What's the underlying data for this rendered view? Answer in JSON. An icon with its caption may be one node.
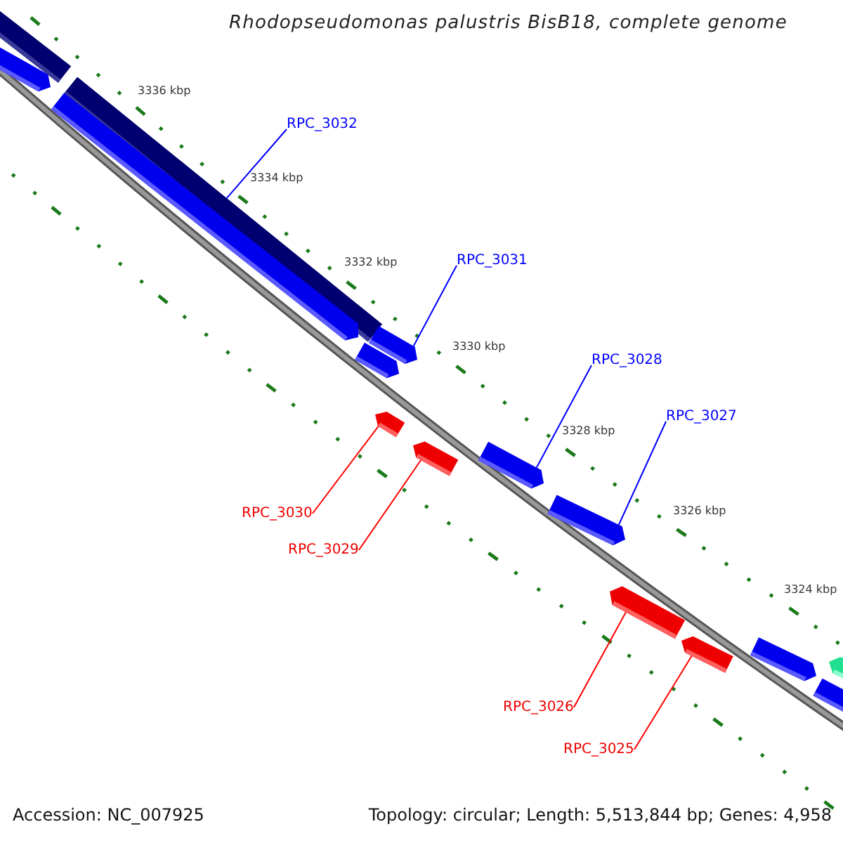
{
  "diagram": {
    "title": "Rhodopseudomonas palustris BisB18, complete genome",
    "nodes": [
      {
        "text": [],
        "shape": "bar"
      },
      {
        "text": [],
        "shape": "bar"
      },
      {
        "text": [],
        "shape": "bar"
      },
      {
        "text": [],
        "shape": "bar"
      },
      {
        "text": [],
        "shape": "bar"
      },
      {
        "text": [],
        "shape": "bar"
      },
      {
        "text": [],
        "shape": "bar"
      },
      {
        "text": [],
        "shape": "bar"
      },
      {
        "text": [],
        "shape": "bar"
      },
      {
        "text": [],
        "shape": "bar"
      },
      {
        "text": [],
        "shape": "bar"
      },
      {
        "text": [],
        "shape": "bar"
      },
      {
        "text": [],
        "shape": "bar"
      },
      {
        "text": [],
        "shape": "bar"
      },
      {
        "text": [],
        "shape": "bar"
      },
      {
        "text": [
          "RPC_3032"
        ]
      },
      {
        "text": [
          "RPC_3031"
        ]
      },
      {
        "text": [
          "RPC_3028"
        ]
      },
      {
        "text": [
          "RPC_3027"
        ]
      },
      {
        "text": [
          "RPC_3030"
        ]
      },
      {
        "text": [
          "RPC_3029"
        ]
      },
      {
        "text": [
          "RPC_3026"
        ]
      },
      {
        "text": [
          "RPC_3025"
        ]
      }
    ],
    "edges": [
      {
        "from": 15,
        "to": 2,
        "arrow": "none",
        "color": "#0000ff"
      },
      {
        "from": 16,
        "to": 4,
        "arrow": "none",
        "color": "#0000ff"
      },
      {
        "from": 17,
        "to": 8,
        "arrow": "none",
        "color": "#0000ff"
      },
      {
        "from": 18,
        "to": 9,
        "arrow": "none",
        "color": "#0000ff"
      },
      {
        "from": 19,
        "to": 6,
        "arrow": "none",
        "color": "#ff0000"
      },
      {
        "from": 20,
        "to": 7,
        "arrow": "none",
        "color": "#ff0000"
      },
      {
        "from": 21,
        "to": 10,
        "arrow": "none",
        "color": "#ff0000"
      },
      {
        "from": 22,
        "to": 11,
        "arrow": "none",
        "color": "#ff0000"
      }
    ],
    "labels": [
      "3336 kbp",
      "3334 kbp",
      "3332 kbp",
      "3330 kbp",
      "3328 kbp",
      "3326 kbp",
      "3324 kbp",
      "Accession: NC_007925",
      "Topology: circular; Length: 5,513,844 bp; Genes: 4,958"
    ]
  }
}
